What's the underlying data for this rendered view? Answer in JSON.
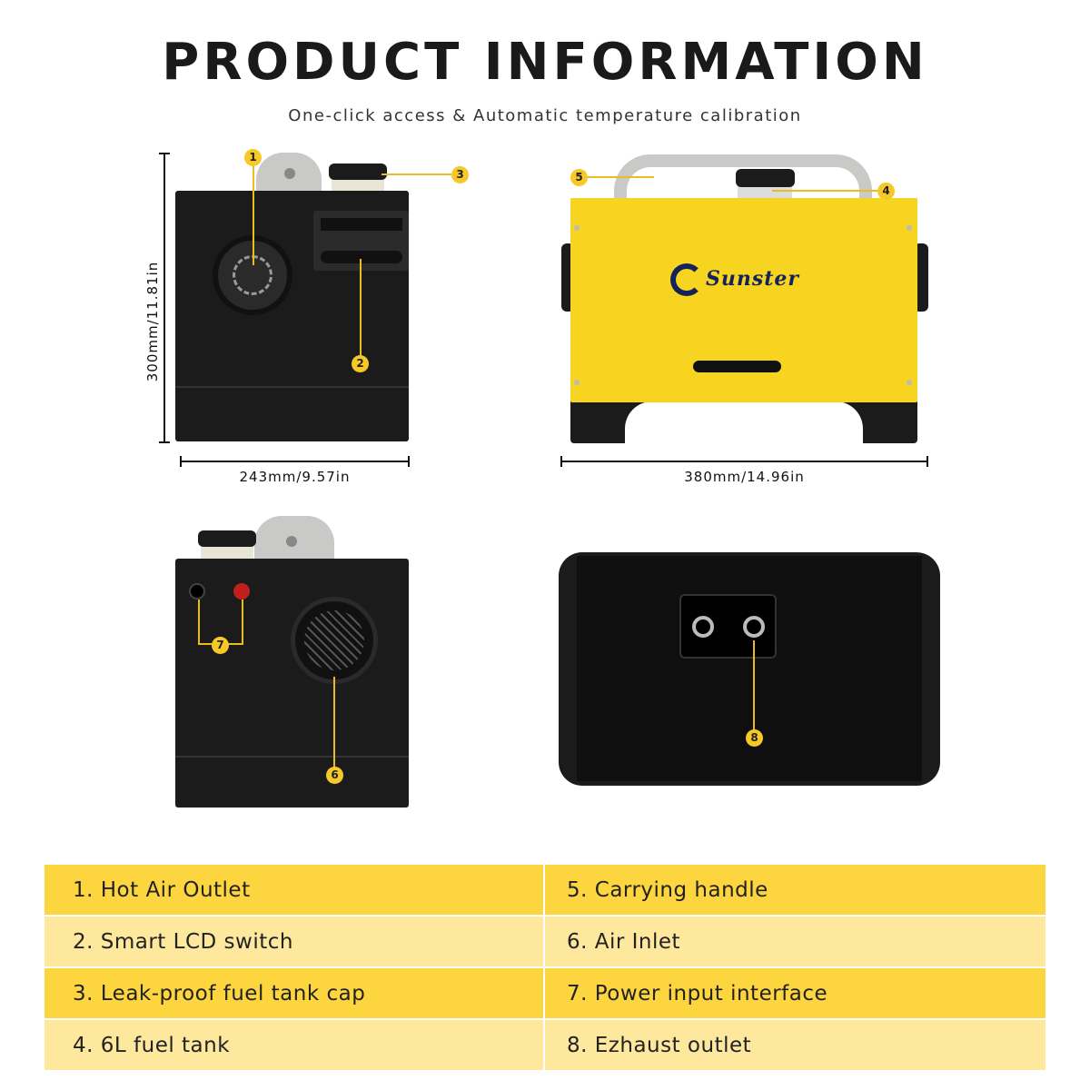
{
  "header": {
    "title": "PRODUCT INFORMATION",
    "subtitle": "One-click access & Automatic temperature calibration"
  },
  "dimensions": {
    "height": "300mm/11.81in",
    "side_width": "243mm/9.57in",
    "front_width": "380mm/14.96in"
  },
  "brand": "Sunster",
  "markers": [
    "1",
    "2",
    "3",
    "4",
    "5",
    "6",
    "7",
    "8"
  ],
  "parts": [
    {
      "left": "1. Hot Air Outlet",
      "right": "5. Carrying handle"
    },
    {
      "left": "2. Smart LCD switch",
      "right": "6. Air Inlet"
    },
    {
      "left": "3. Leak-proof fuel tank cap",
      "right": "7. Power input interface"
    },
    {
      "left": "4. 6L fuel tank",
      "right": "8. Ezhaust outlet"
    }
  ],
  "colors": {
    "accent": "#fdd53f",
    "accent_light": "#fee89e",
    "product_yellow": "#f6d41f",
    "brand_navy": "#14245a"
  }
}
